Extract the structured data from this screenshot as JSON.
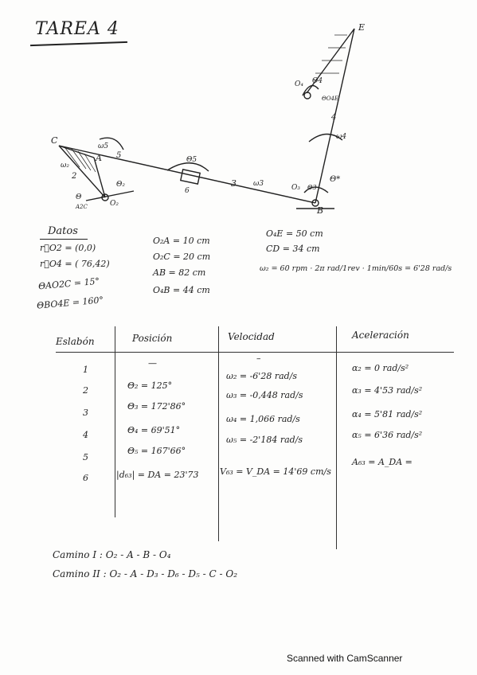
{
  "title": "TAREA 4",
  "diagram_labels": {
    "E": "E",
    "C": "C",
    "A": "A",
    "B": "B",
    "O2": "O₂",
    "O3": "O₃",
    "O4": "O₄",
    "w5": "ω5",
    "n5": "5",
    "w2": "ω₂",
    "n2": "2",
    "t2": "Θ₂",
    "t2c": "Θ",
    "a2c": "A2C",
    "t5": "Θ5",
    "n6": "6",
    "n3": "3",
    "w3": "ω3",
    "t3": "Θ3",
    "tstar": "Θ*",
    "w4": "ω4",
    "n4": "4",
    "t4": "Θ4",
    "t4e": "ΘO4E"
  },
  "datos": {
    "header": "Datos",
    "r_o2": "r⃗O2 = (0,0)",
    "r_o4": "r⃗O4 = ( 76,42)",
    "theta_ao2c": "ΘAO2C = 15°",
    "theta_bo4e": "ΘBO4E = 160°",
    "o2a": "O₂A = 10 cm",
    "o2c": "O₂C = 20 cm",
    "ab": "AB = 82 cm",
    "o4b": "O₄B = 44 cm",
    "o4e": "O₄E = 50 cm",
    "cd": "CD = 34 cm",
    "w2": "ω₂ = 60 rpm · 2π rad/1rev · 1min/60s = 6'28 rad/s"
  },
  "table": {
    "headers": [
      "Eslabón",
      "Posición",
      "Velocidad",
      "Aceleración"
    ],
    "rows": [
      {
        "n": "1",
        "pos": "—",
        "vel": "–",
        "acc": ""
      },
      {
        "n": "2",
        "pos": "Θ₂ = 125°",
        "vel": "ω₂ = -6'28 rad/s",
        "acc": "α₂ = 0 rad/s²"
      },
      {
        "n": "3",
        "pos": "Θ₃ = 172'86°",
        "vel": "ω₃ = -0,448 rad/s",
        "acc": "α₃ = 4'53 rad/s²"
      },
      {
        "n": "4",
        "pos": "Θ₄ = 69'51°",
        "vel": "ω₄ = 1,066 rad/s",
        "acc": "α₄ = 5'81 rad/s²"
      },
      {
        "n": "5",
        "pos": "Θ₅ = 167'66°",
        "vel": "ω₅ = -2'184 rad/s",
        "acc": "α₅ = 6'36 rad/s²"
      },
      {
        "n": "6",
        "pos": "|d₆₃| = DA = 23'73",
        "vel": "V₆₃ = V_DA = 14'69 cm/s",
        "acc": "A₆₃ = A_DA ="
      }
    ]
  },
  "routes": {
    "r1": "Camino I :  O₂ - A - B - O₄",
    "r2": "Camino II :  O₂ - A - D₃ - D₆ - D₅ - C - O₂"
  },
  "footer": "Scanned with CamScanner"
}
